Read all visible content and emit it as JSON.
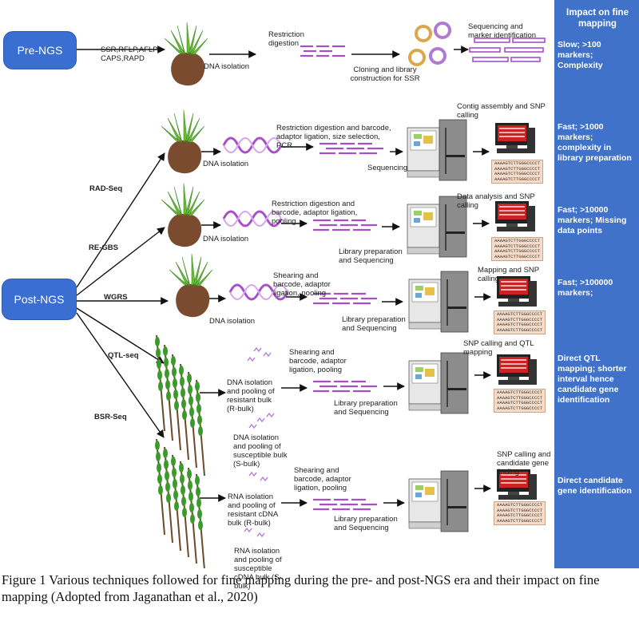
{
  "impact": {
    "header": "Impact on fine mapping",
    "pre_ngs": "Slow; >100 markers; Complexity",
    "rad_seq": "Fast; >1000 markers; complexity in library preparation",
    "re_gbs": "Fast; >10000 markers; Missing data points",
    "wgrs": "Fast; >100000 markers;",
    "qtl_seq": "Direct QTL mapping; shorter interval hence candidate gene identification",
    "bsr_seq": "Direct candidate gene identification"
  },
  "nodes": {
    "pre_ngs": "Pre-NGS",
    "post_ngs": "Post-NGS"
  },
  "methods": {
    "rad_seq": "RAD-Seq",
    "re_gbs": "RE-GBS",
    "wgrs": "WGRS",
    "qtl_seq": "QTL-seq",
    "bsr_seq": "BSR-Seq"
  },
  "pre": {
    "markers": "SSR,RFLP,AFLP, CAPS,RAPD",
    "dna_isolation": "DNA isolation",
    "restriction": "Restriction digestion",
    "cloning": "Cloning and library construction for SSR",
    "sequencing": "Sequencing and marker identification"
  },
  "rad": {
    "dna_isolation": "DNA isolation",
    "step": "Restriction digestion and barcode, adaptor ligation, size selection, PCR",
    "sequencing": "Sequencing",
    "analysis": "Contig assembly and SNP calling"
  },
  "gbs": {
    "dna_isolation": "DNA isolation",
    "step": "Restriction digestion and barcode, adaptor ligation, pooling",
    "library": "Library preparation and Sequencing",
    "analysis": "Data analysis and SNP calling"
  },
  "wgrs": {
    "dna_isolation": "DNA isolation",
    "step": "Shearing and barcode, adaptor ligation, pooling",
    "library": "Library preparation and Sequencing",
    "analysis": "Mapping and SNP calling"
  },
  "qtl": {
    "r_bulk": "DNA isolation and pooling of resistant bulk (R-bulk)",
    "s_bulk": "DNA isolation and pooling of susceptible bulk (S-bulk)",
    "step": "Shearing and barcode, adaptor ligation, pooling",
    "library": "Library preparation and Sequencing",
    "analysis": "SNP calling and QTL mapping"
  },
  "bsr": {
    "r_bulk": "RNA isolation and pooling of resistant cDNA bulk (R-bulk)",
    "s_bulk": "RNA isolation and pooling of susceptible cDNA bulk (S-bulk)",
    "step": "Shearing and barcode, adaptor ligation, pooling",
    "library": "Library preparation and Sequencing",
    "analysis": "SNP calling and candidate gene finding"
  },
  "seq_lines": [
    "AAAAGTCTTGGGCCCCT",
    "AAAAGTCTTGGGCCCCT",
    "AAAAGTCTTGGGCCCCT",
    "AAAAGTCTTGGGCCCCT"
  ],
  "caption": "Figure 1 Various techniques followed for fine mapping during the pre- and post-NGS era and their impact on fine mapping (Adopted from Jaganathan et al., 2020)",
  "colors": {
    "panel": "#3f72c8",
    "pill": "#3a6fd1",
    "dna": "#a64fc8",
    "seq_box": "#f6dcc8"
  }
}
